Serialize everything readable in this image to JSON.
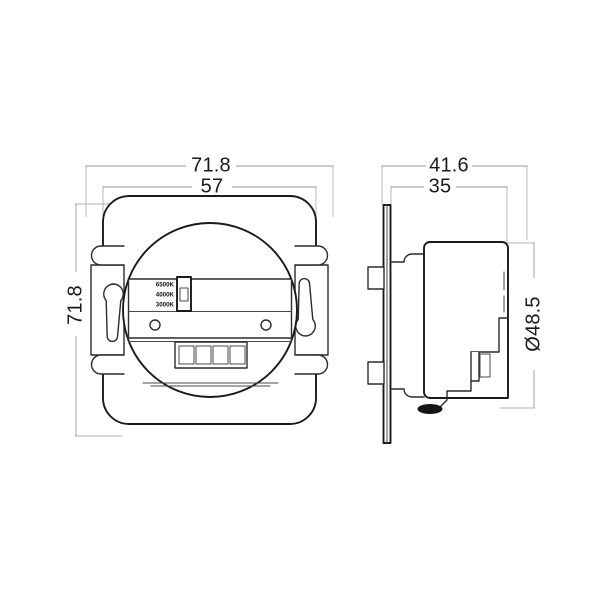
{
  "drawing": {
    "title": "Recessed sensor / driver module dimensional drawing",
    "background_color": "#ffffff",
    "line_color": "#1a1a1a",
    "dimension_line_color": "#9a9a9a",
    "units": "mm"
  },
  "dimensions": {
    "front_width": "71.8",
    "front_inner_width": "57",
    "front_height": "71.8",
    "side_depth": "41.6",
    "side_inner_depth": "35",
    "diameter": "Ø48.5"
  },
  "front_view": {
    "name": "front-view",
    "label_top_outer": "71.8",
    "label_top_inner": "57",
    "label_left_vertical": "71.8"
  },
  "side_view": {
    "name": "side-view",
    "label_top_outer": "41.6",
    "label_top_inner": "35",
    "label_right_vertical": "Ø48.5"
  },
  "cct_switch": {
    "name": "color-temperature-selector",
    "options": [
      "6500K",
      "4000K",
      "3000K"
    ],
    "selected": "4000K"
  },
  "terminal_block": {
    "name": "terminal-block",
    "slot_count": 4
  },
  "mounting": {
    "screw_slot_left": "keyhole-slot",
    "screw_slot_right": "keyhole-slot",
    "tab_count": 4
  },
  "screw_holes": {
    "count": 2
  }
}
